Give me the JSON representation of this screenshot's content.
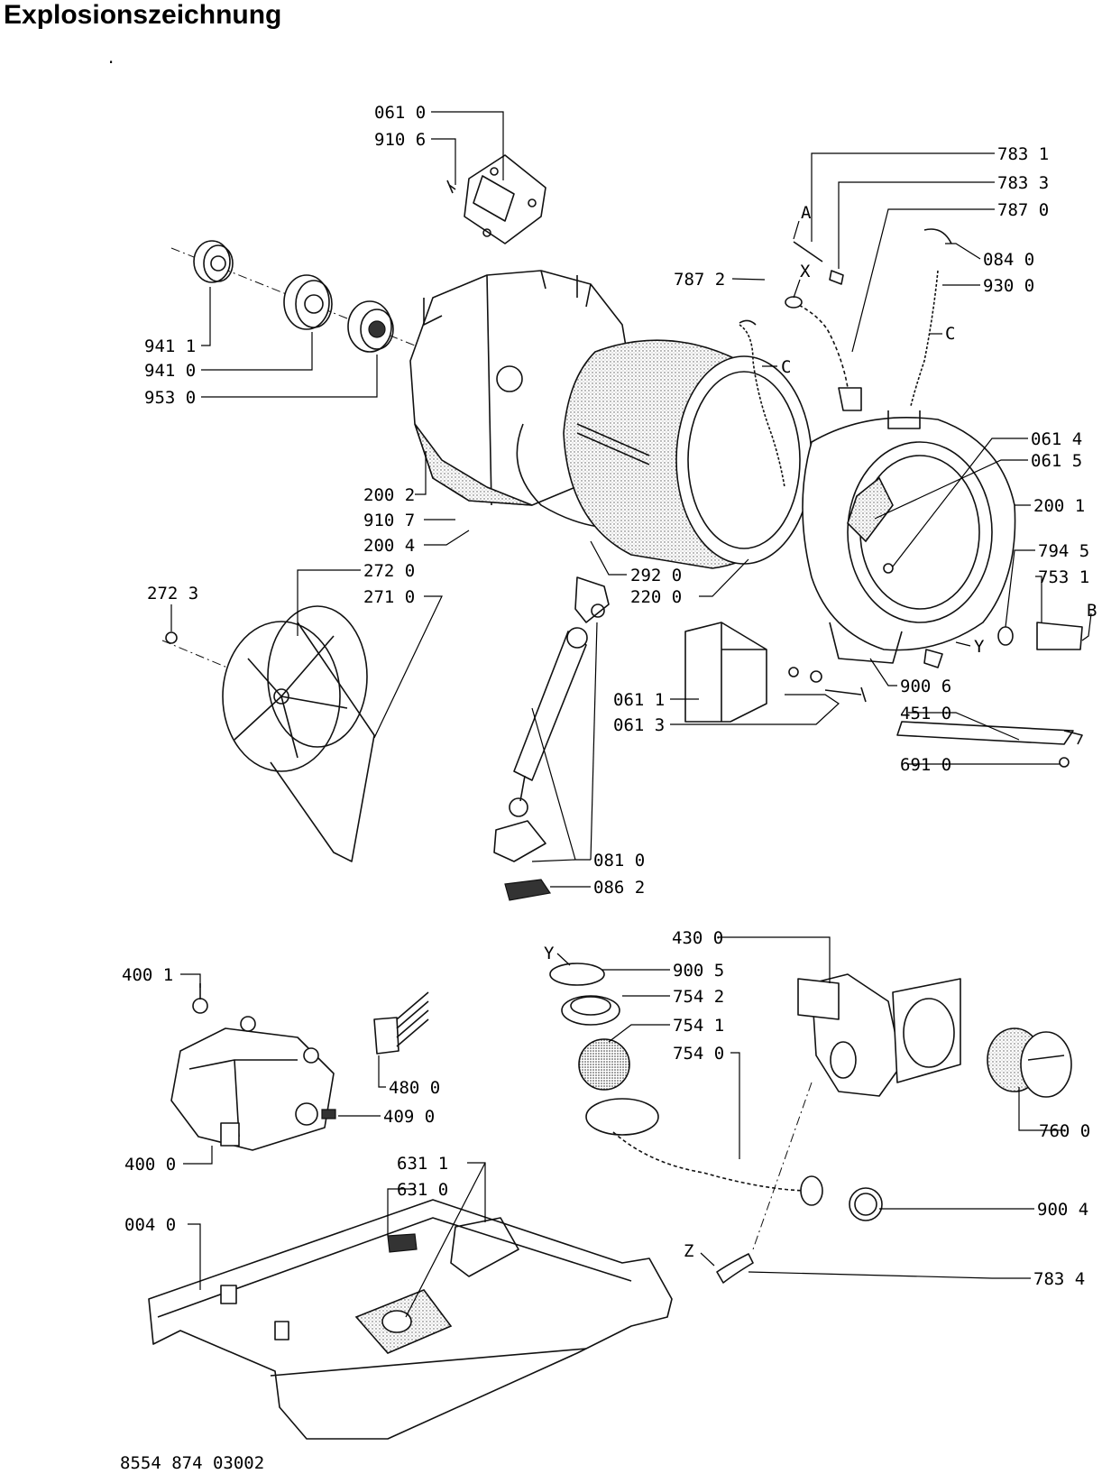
{
  "title": "Explosionszeichnung",
  "footer_code": "8554 874 03002",
  "callouts": [
    {
      "id": "c0610",
      "text": "061 0"
    },
    {
      "id": "c9106",
      "text": "910 6"
    },
    {
      "id": "c7831",
      "text": "783 1"
    },
    {
      "id": "c7833",
      "text": "783 3"
    },
    {
      "id": "c7870",
      "text": "787 0"
    },
    {
      "id": "c0840",
      "text": "084 0"
    },
    {
      "id": "c9300",
      "text": "930 0"
    },
    {
      "id": "c7872",
      "text": "787 2"
    },
    {
      "id": "c9411",
      "text": "941 1"
    },
    {
      "id": "c9410",
      "text": "941 0"
    },
    {
      "id": "c9530",
      "text": "953 0"
    },
    {
      "id": "c0614",
      "text": "061 4"
    },
    {
      "id": "c0615",
      "text": "061 5"
    },
    {
      "id": "c2001",
      "text": "200 1"
    },
    {
      "id": "c2002",
      "text": "200 2"
    },
    {
      "id": "c9107",
      "text": "910 7"
    },
    {
      "id": "c2004",
      "text": "200 4"
    },
    {
      "id": "c2720",
      "text": "272 0"
    },
    {
      "id": "c2723",
      "text": "272 3"
    },
    {
      "id": "c2710",
      "text": "271 0"
    },
    {
      "id": "c2920",
      "text": "292 0"
    },
    {
      "id": "c2200",
      "text": "220 0"
    },
    {
      "id": "c7945",
      "text": "794 5"
    },
    {
      "id": "c7531",
      "text": "753 1"
    },
    {
      "id": "c0611",
      "text": "061 1"
    },
    {
      "id": "c0613",
      "text": "061 3"
    },
    {
      "id": "c9006",
      "text": "900 6"
    },
    {
      "id": "c4510",
      "text": "451 0"
    },
    {
      "id": "c6910",
      "text": "691 0"
    },
    {
      "id": "c0810",
      "text": "081 0"
    },
    {
      "id": "c0862",
      "text": "086 2"
    },
    {
      "id": "c4300",
      "text": "430 0"
    },
    {
      "id": "c9005",
      "text": "900 5"
    },
    {
      "id": "c7542",
      "text": "754 2"
    },
    {
      "id": "c7541",
      "text": "754 1"
    },
    {
      "id": "c7540",
      "text": "754 0"
    },
    {
      "id": "c4001",
      "text": "400 1"
    },
    {
      "id": "c4800",
      "text": "480 0"
    },
    {
      "id": "c4090",
      "text": "409 0"
    },
    {
      "id": "c4000",
      "text": "400 0"
    },
    {
      "id": "c6311",
      "text": "631 1"
    },
    {
      "id": "c6310",
      "text": "631 0"
    },
    {
      "id": "c0040",
      "text": "004 0"
    },
    {
      "id": "c7600",
      "text": "760 0"
    },
    {
      "id": "c9004",
      "text": "900 4"
    },
    {
      "id": "c7834",
      "text": "783 4"
    }
  ],
  "markers": {
    "A": "A",
    "X": "X",
    "C1": "C",
    "C2": "C",
    "B": "B",
    "Y1": "Y",
    "Y2": "Y",
    "Z": "Z"
  }
}
